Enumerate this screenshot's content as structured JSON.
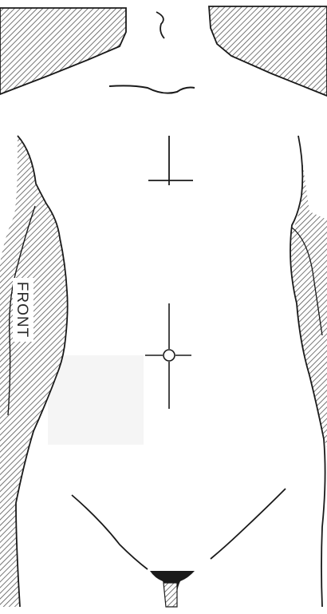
{
  "figure": {
    "view_label": "FRONT",
    "view_label_orientation": "rotated-90-clockwise",
    "colors": {
      "line": "#1a1a1a",
      "hatch": "#555555",
      "background": "#ffffff",
      "smudge": "#ececec"
    },
    "icons": [
      "midline-cross-mark",
      "navel-cross-mark"
    ]
  }
}
